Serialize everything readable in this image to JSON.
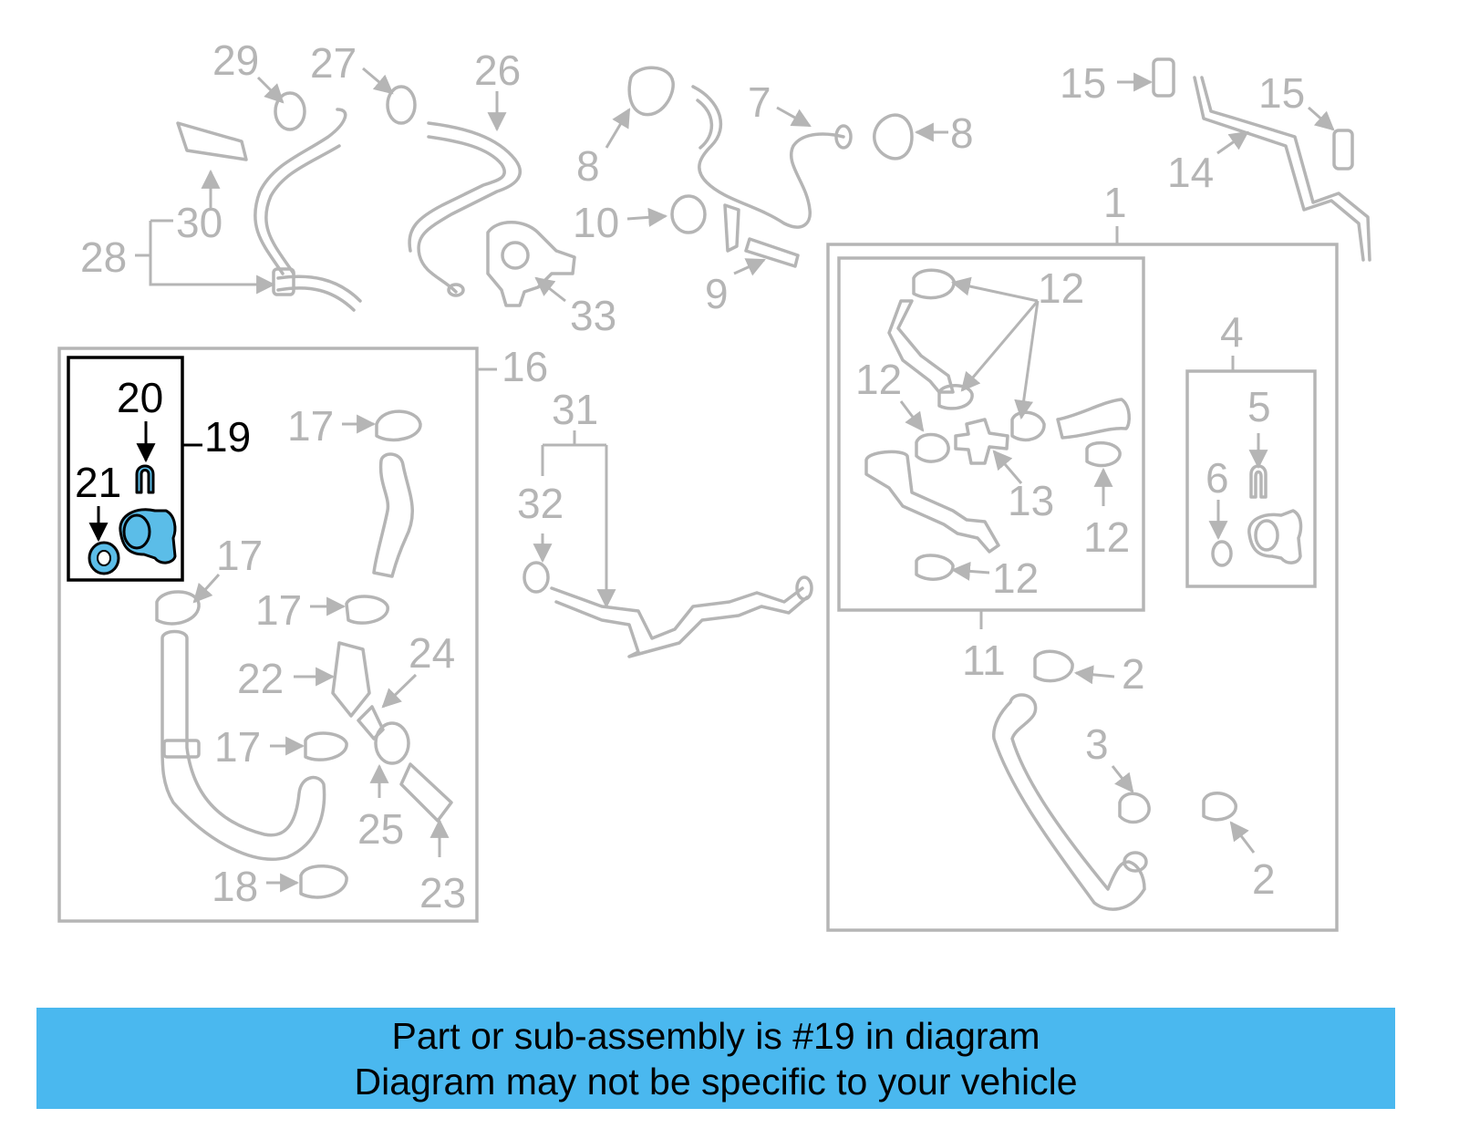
{
  "diagram": {
    "highlighted_part": "19",
    "callouts": {
      "c1": "1",
      "c2a": "2",
      "c2b": "2",
      "c3": "3",
      "c4": "4",
      "c5": "5",
      "c6": "6",
      "c7": "7",
      "c8a": "8",
      "c8b": "8",
      "c9": "9",
      "c10": "10",
      "c11": "11",
      "c12a": "12",
      "c12b": "12",
      "c12c": "12",
      "c12d": "12",
      "c13": "13",
      "c14": "14",
      "c15a": "15",
      "c15b": "15",
      "c16": "16",
      "c17a": "17",
      "c17b": "17",
      "c17c": "17",
      "c17d": "17",
      "c18": "18",
      "c19": "19",
      "c20": "20",
      "c21": "21",
      "c22": "22",
      "c23": "23",
      "c24": "24",
      "c25": "25",
      "c26": "26",
      "c27": "27",
      "c28": "28",
      "c29": "29",
      "c30": "30",
      "c31": "31",
      "c32": "32",
      "c33": "33"
    },
    "colors": {
      "parts": "#b5b5b5",
      "highlight_fill": "#5bbde8",
      "highlight_outline": "#000000",
      "banner": "#4ab8ef"
    }
  },
  "banner": {
    "line1": "Part or sub-assembly is #19 in diagram",
    "line2": "Diagram may not be specific to your vehicle"
  }
}
